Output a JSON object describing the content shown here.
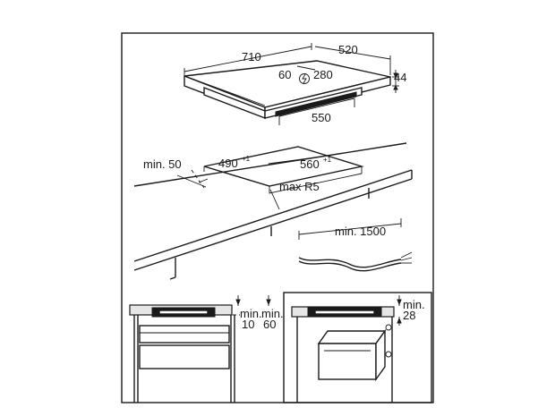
{
  "labels": {
    "width_710": "710",
    "depth_520": "520",
    "offset_60": "60",
    "offset_280": "280",
    "height_44": "44",
    "box_550": "550",
    "min_50": "min. 50",
    "cut_490": "490",
    "cut_490_tol": "+1",
    "cut_560": "560",
    "cut_560_tol": "+1",
    "max_r5": "max R5",
    "cable_min_1500": "min. 1500",
    "gap_min": "min.",
    "gap_10": "10",
    "gap_min_2": "min.",
    "gap_60": "60",
    "gap_min_3": "min.",
    "gap_28": "28"
  },
  "icons": {
    "power": "lightning-in-circle-icon"
  }
}
